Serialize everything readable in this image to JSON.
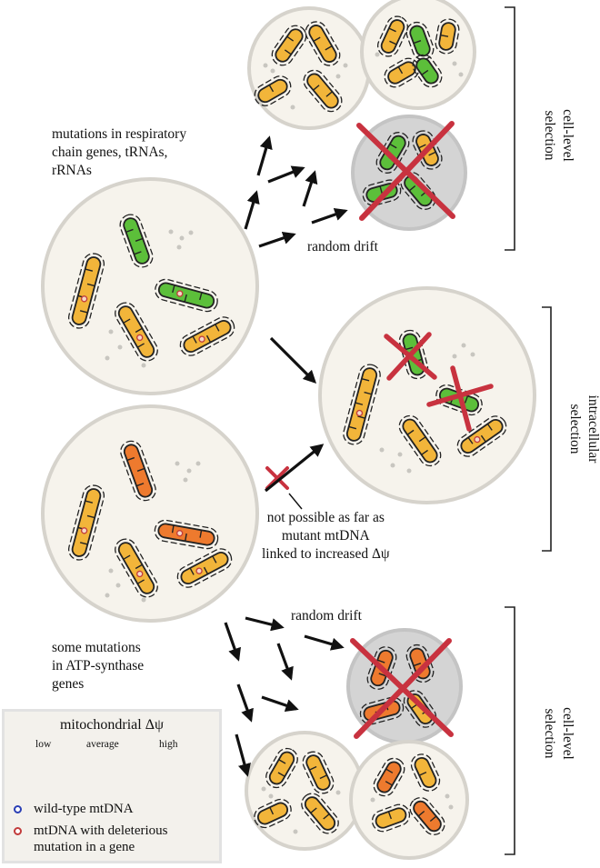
{
  "labels": {
    "top_mutations": "mutations in respiratory\nchain genes, tRNAs,\nrRNAs",
    "random_drift_top": "random drift",
    "not_possible": "not possible as far as\nmutant mtDNA\nlinked to increased Δψ",
    "random_drift_bottom": "random drift",
    "atp_mutations": "some mutations\nin ATP-synthase\ngenes"
  },
  "brackets": {
    "cell_level_top": "cell-level\nselection",
    "intracellular": "intracellular\nselection",
    "cell_level_bottom": "cell-level\nselection"
  },
  "legend": {
    "title": "mitochondrial Δψ",
    "levels": [
      "low",
      "average",
      "high"
    ],
    "wild_type": "wild-type mtDNA",
    "deleterious": "mtDNA with deleterious\nmutation in a gene"
  },
  "colors": {
    "low": "#5cbf3a",
    "average": "#f2b53a",
    "high": "#ee7a2e",
    "wild_type_marker": "#2a3fb5",
    "mutant_marker": "#c23b3b",
    "cross": "#c8323f",
    "cell_fill": "#f6f3ec",
    "cell_border": "#d6d3cc",
    "dead_cell_fill": "#d4d4d4"
  }
}
